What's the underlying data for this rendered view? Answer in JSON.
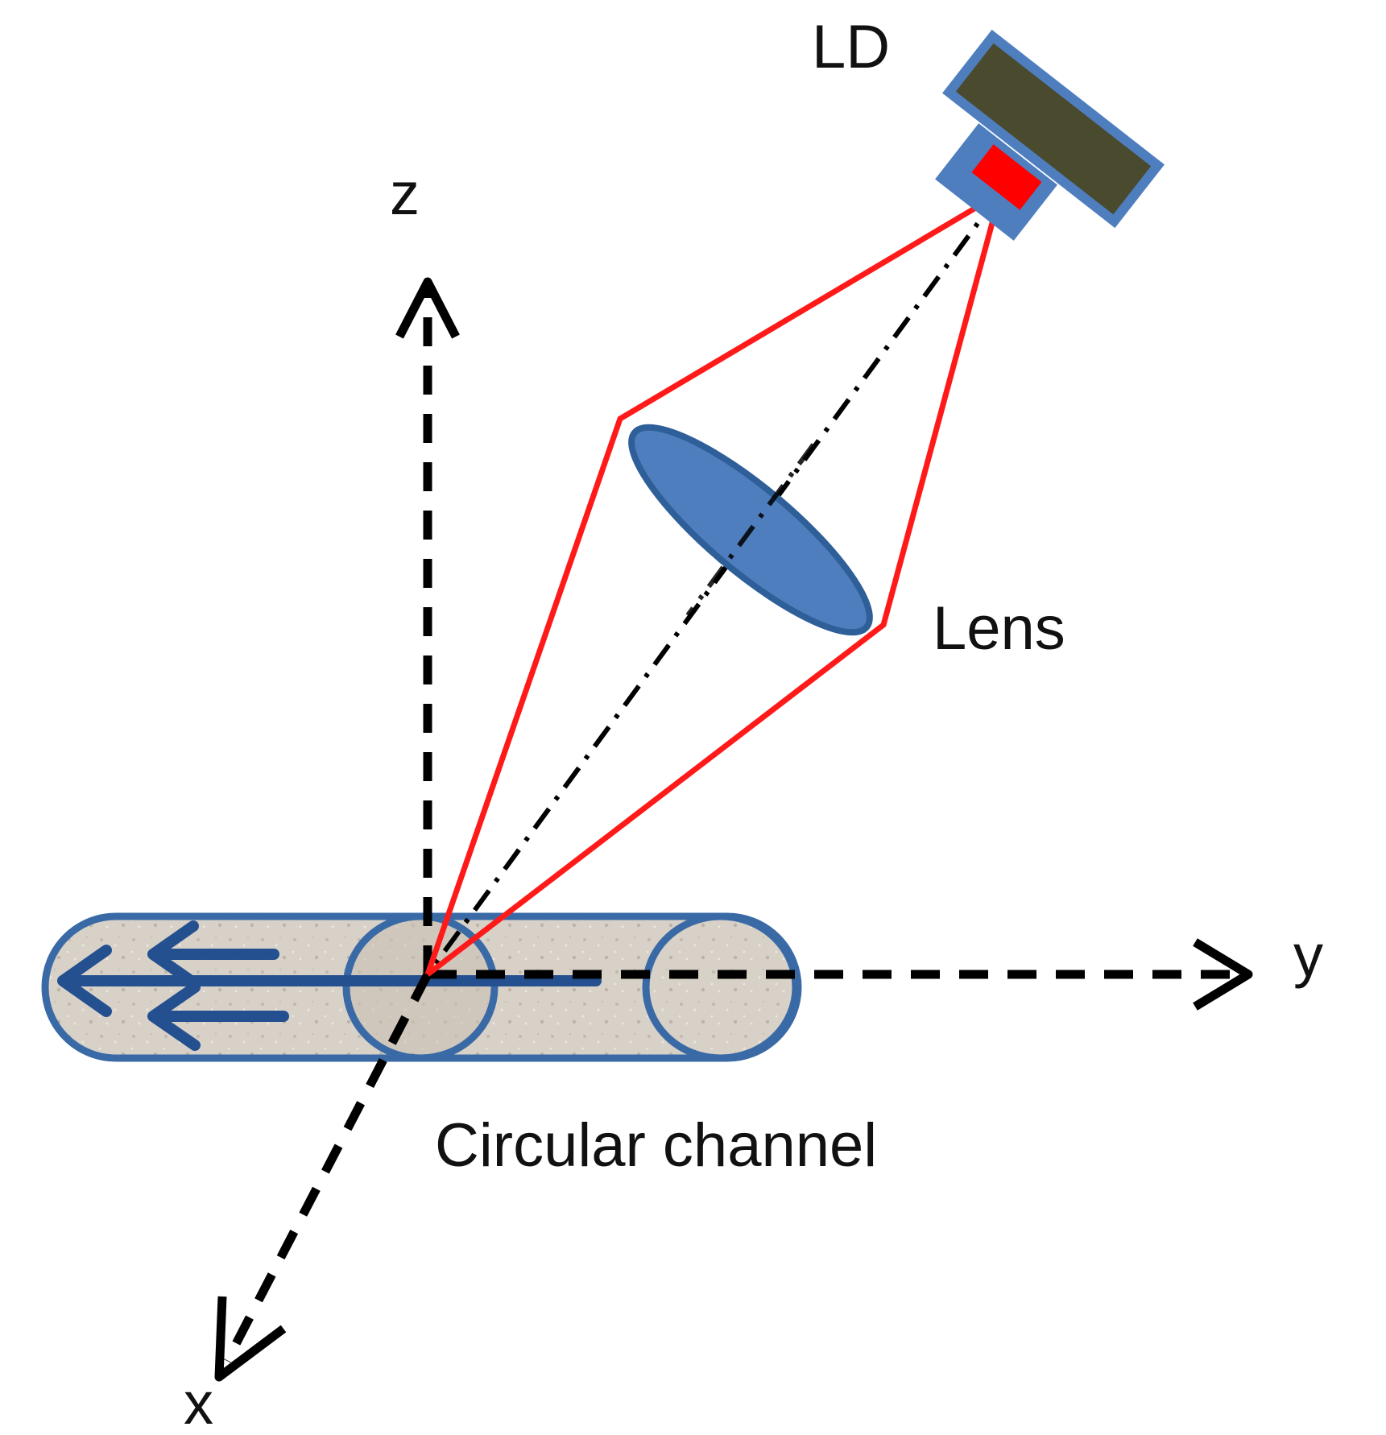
{
  "labels": {
    "ld": "LD",
    "lens": "Lens",
    "channel": "Circular channel",
    "axis_x": "x",
    "axis_y": "y",
    "axis_z": "z"
  },
  "colors": {
    "beam": "#ff1a1a",
    "component_blue": "#4f7ebf",
    "component_outline": "#2f5f99",
    "ld_body": "#4a4a2e",
    "ld_emitter": "#ff0000",
    "channel_fill": "#d9d2c9",
    "flow_arrows": "#24508f",
    "axis": "#000000"
  },
  "icons": {
    "flow": "arrow-left-icon",
    "axes": "dashed-arrow-icon"
  }
}
